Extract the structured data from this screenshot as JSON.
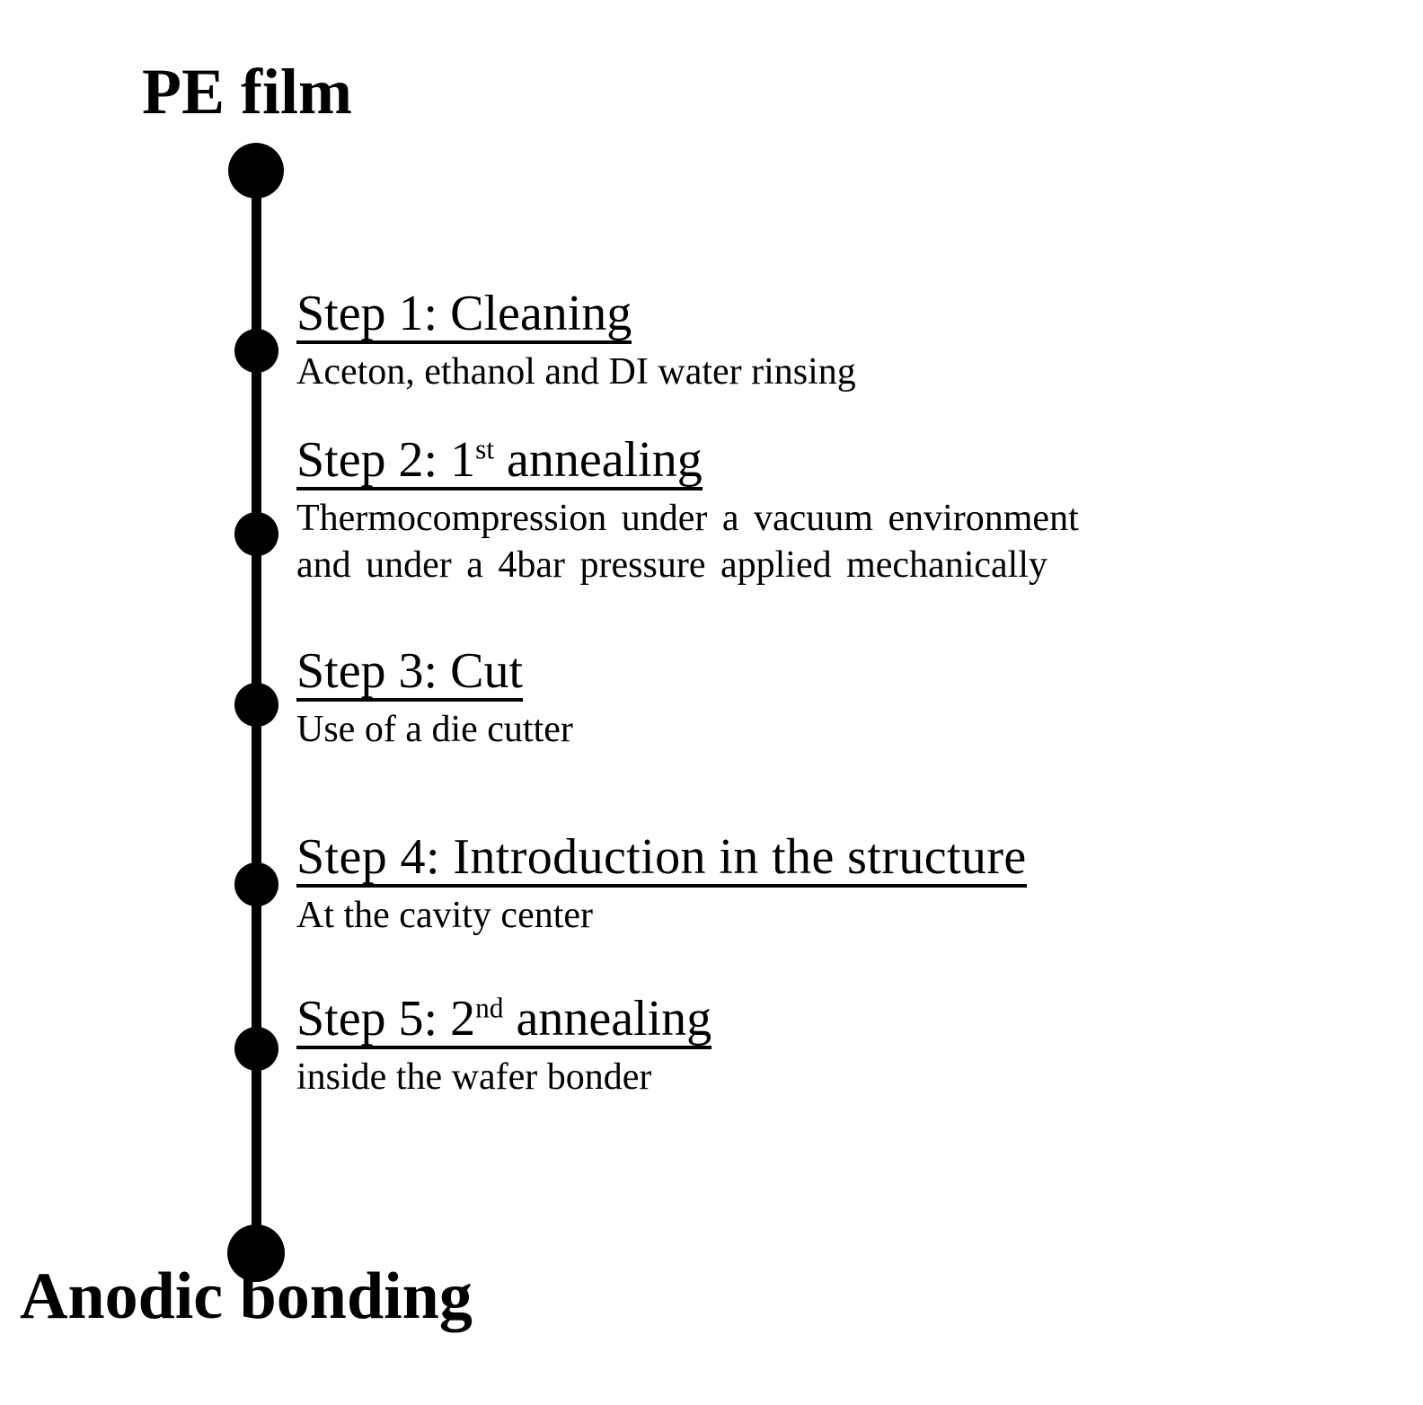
{
  "diagram": {
    "type": "vertical-timeline",
    "start_label": "PE film",
    "end_label": "Anodic bonding",
    "accent_color": "#000000",
    "background_color": "#ffffff",
    "steps": [
      {
        "title_prefix": "Step 1: Cleaning",
        "title_sup": "",
        "title_suffix": "",
        "description_lines": [
          "Aceton, ethanol and DI water rinsing"
        ]
      },
      {
        "title_prefix": "Step 2: 1",
        "title_sup": "st",
        "title_suffix": " annealing",
        "description_lines": [
          "Thermocompression under a vacuum environment",
          "and under a 4bar pressure applied mechanically"
        ]
      },
      {
        "title_prefix": "Step 3: Cut",
        "title_sup": "",
        "title_suffix": "",
        "description_lines": [
          "Use of a die cutter"
        ]
      },
      {
        "title_prefix": "Step 4: Introduction in the structure",
        "title_sup": "",
        "title_suffix": "",
        "description_lines": [
          "At the cavity center"
        ]
      },
      {
        "title_prefix": "Step 5: 2",
        "title_sup": "nd",
        "title_suffix": " annealing",
        "description_lines": [
          "inside the wafer bonder"
        ]
      }
    ]
  }
}
